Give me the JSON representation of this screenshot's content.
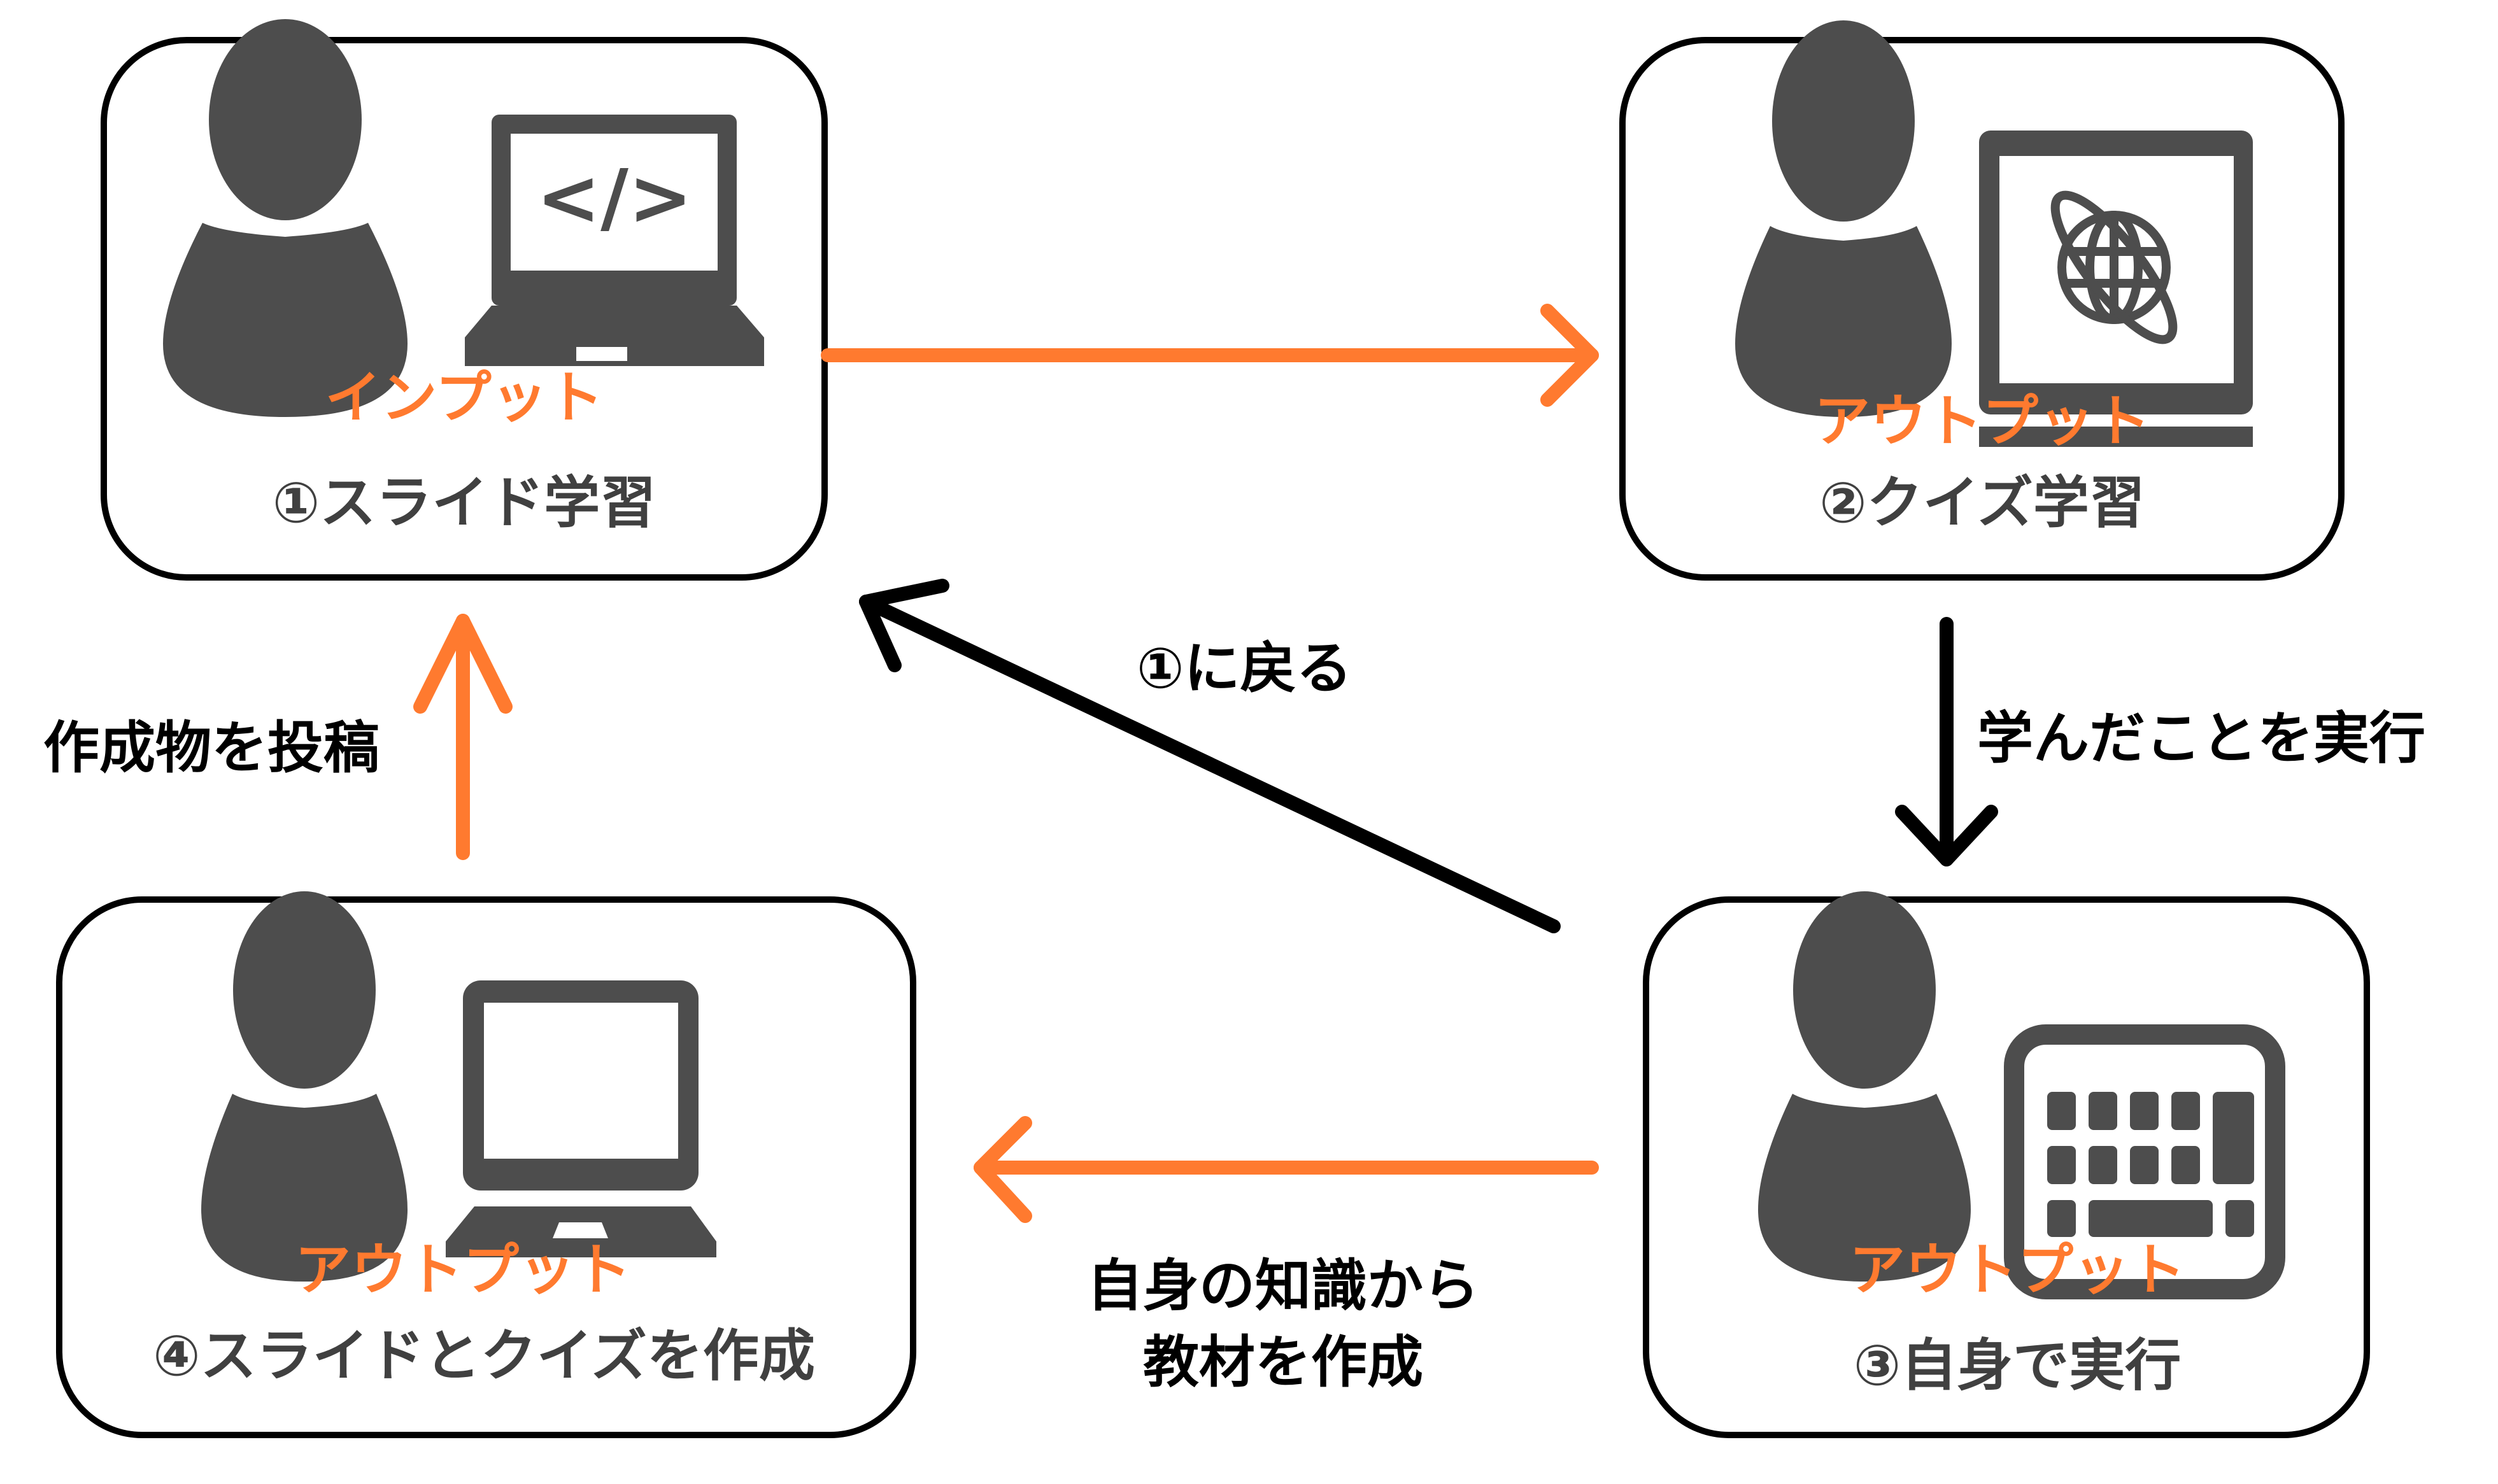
{
  "colors": {
    "accent": "#ff7a2f",
    "icon": "#4d4d4d",
    "step_text": "#404040",
    "label_text": "#000000",
    "box_border": "#000000"
  },
  "steps": [
    {
      "kind": "インプット",
      "title": "①スライド学習",
      "icon": "laptop-code-icon"
    },
    {
      "kind": "アウトプット",
      "title": "②クイズ学習",
      "icon": "laptop-globe-icon"
    },
    {
      "kind": "アウトプット",
      "title": "③自身で実行",
      "icon": "keyboard-icon"
    },
    {
      "kind": "アウトプット",
      "title": "④スライドとクイズを作成",
      "icon": "laptop-blank-icon"
    }
  ],
  "arrows": {
    "step1_to_step2": {
      "color": "orange",
      "label": ""
    },
    "step2_to_step3": {
      "color": "black",
      "label": "学んだことを実行"
    },
    "step3_to_step1": {
      "color": "black",
      "label": "①に戻る"
    },
    "step3_to_step4": {
      "color": "orange",
      "label_lines": [
        "自身の知識から",
        "教材を作成"
      ]
    },
    "step4_to_step1": {
      "color": "orange",
      "label": "作成物を投稿"
    }
  }
}
